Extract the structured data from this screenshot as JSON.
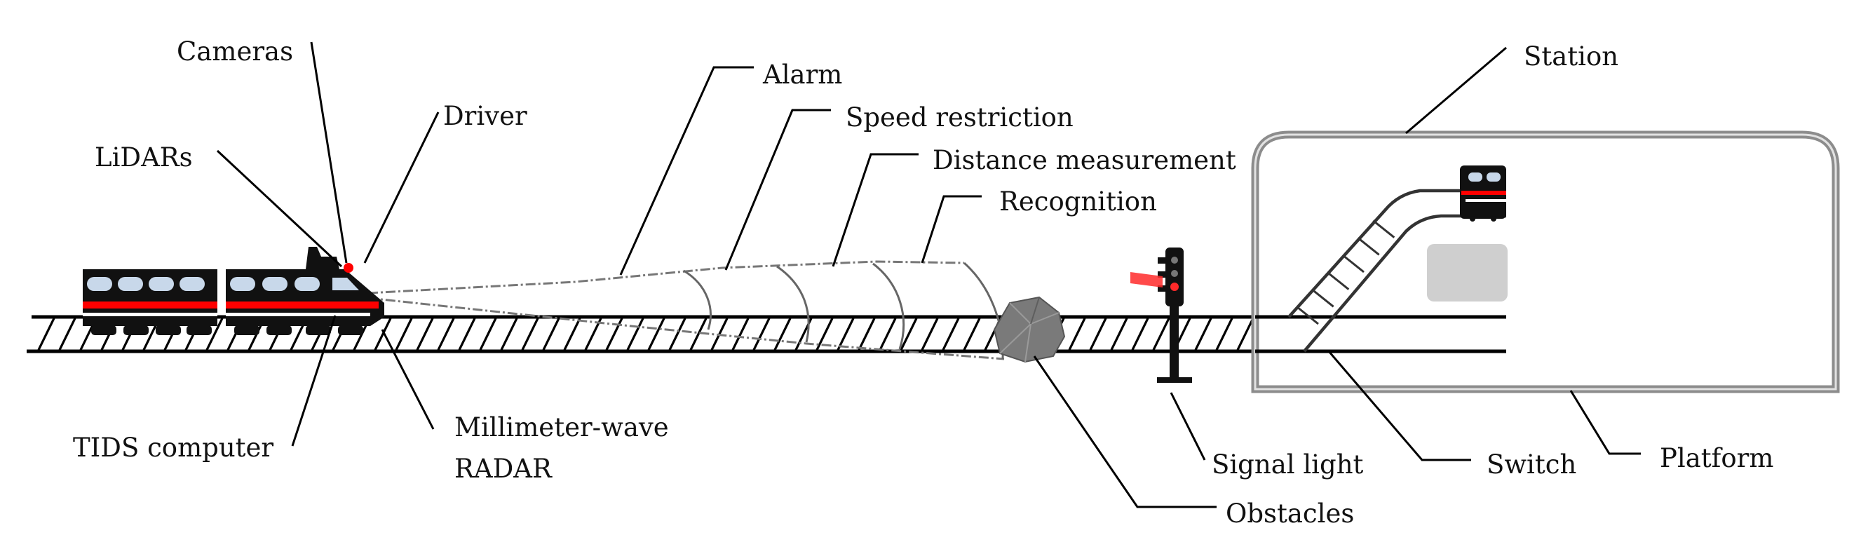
{
  "labels": {
    "cameras": "Cameras",
    "lidars": "LiDARs",
    "driver": "Driver",
    "tids_computer": "TIDS computer",
    "radar_line1": "Millimeter-wave",
    "radar_line2": "RADAR",
    "alarm": "Alarm",
    "speed_restriction": "Speed restriction",
    "distance_measurement": "Distance measurement",
    "recognition": "Recognition",
    "obstacles": "Obstacles",
    "signal_light": "Signal light",
    "switch": "Switch",
    "platform": "Platform",
    "station": "Station"
  },
  "colors": {
    "train_stripe": "#ff0000",
    "sensor_dot": "#ff0000",
    "window": "#c8d8ea",
    "obstacle": "#7a7a7a",
    "signal_glow": "#ff2a2a",
    "station_fill": "#ffffff"
  },
  "icons": {
    "train": "train-icon",
    "obstacle": "rock-icon",
    "signal": "traffic-signal-icon",
    "station": "station-building-icon"
  }
}
